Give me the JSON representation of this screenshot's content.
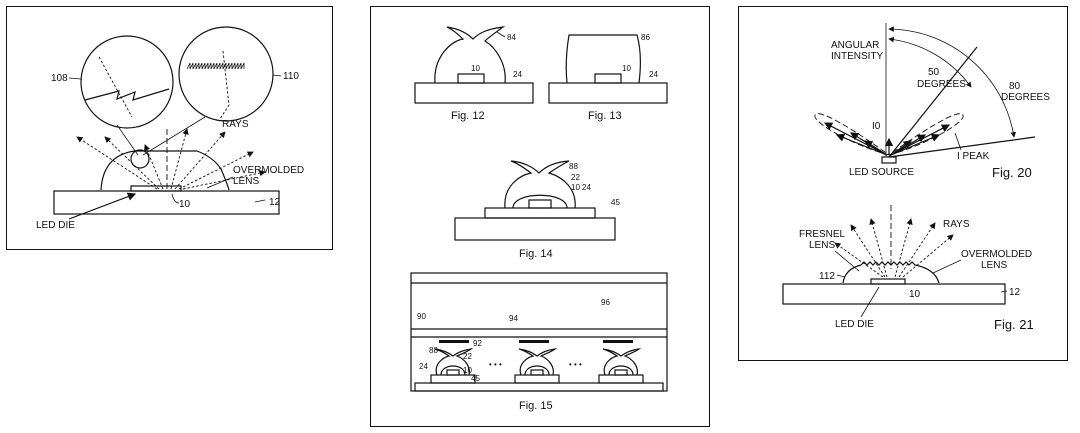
{
  "panel_left": {
    "label_108": "108",
    "label_110": "110",
    "rays": "RAYS",
    "overmolded_1": "OVERMOLDED",
    "overmolded_2": "LENS",
    "label_10": "10",
    "label_12": "12",
    "led_die": "LED DIE"
  },
  "panel_middle": {
    "fig12": {
      "caption": "Fig. 12",
      "l84": "84",
      "l10": "10",
      "l24": "24"
    },
    "fig13": {
      "caption": "Fig. 13",
      "l86": "86",
      "l10": "10",
      "l24": "24"
    },
    "fig14": {
      "caption": "Fig. 14",
      "l88": "88",
      "l22": "22",
      "l10": "10",
      "l24": "24",
      "l45": "45"
    },
    "fig15": {
      "caption": "Fig. 15",
      "l96": "96",
      "l90": "90",
      "l94": "94",
      "l92": "92",
      "l88": "88",
      "l22": "22",
      "l24": "24",
      "l10": "10",
      "l45": "45",
      "dots": "• • •"
    }
  },
  "panel_right": {
    "fig20": {
      "caption": "Fig. 20",
      "angular_1": "ANGULAR",
      "angular_2": "INTENSITY",
      "deg50_1": "50",
      "deg50_2": "DEGREES",
      "deg80_1": "80",
      "deg80_2": "DEGREES",
      "i0": "I0",
      "ipeak": "I PEAK",
      "led_source": "LED SOURCE"
    },
    "fig21": {
      "caption": "Fig. 21",
      "fresnel_1": "FRESNEL",
      "fresnel_2": "LENS",
      "rays": "RAYS",
      "overmolded_1": "OVERMOLDED",
      "overmolded_2": "LENS",
      "l112": "112",
      "l10": "10",
      "l12": "12",
      "led_die": "LED DIE"
    }
  }
}
